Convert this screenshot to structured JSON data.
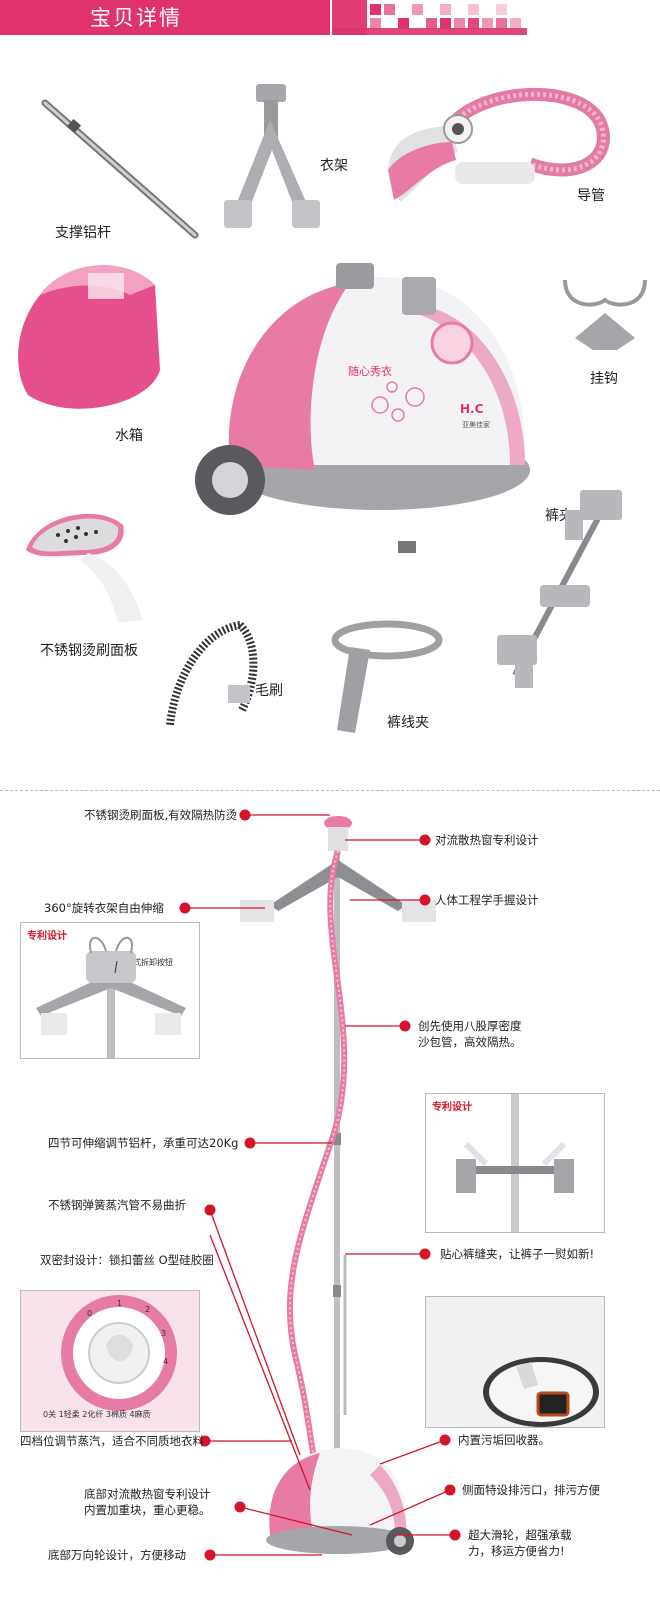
{
  "header": {
    "title": "宝贝详情"
  },
  "parts": {
    "support_rod": "支撑铝杆",
    "hanger": "衣架",
    "hose": "导管",
    "water_tank": "水箱",
    "hook": "挂钩",
    "pants_clip": "裤夹",
    "steel_panel": "不锈钢烫刷面板",
    "brush": "毛刷",
    "crease_clip": "裤线夹"
  },
  "product_print": {
    "brand": "H.C",
    "brand_sub": "亚美佳家",
    "slogan": "随心秀衣"
  },
  "annotations": {
    "left": [
      "不锈钢烫刷面板,有效隔热防烫",
      "360°旋转衣架自由伸缩",
      "四节可伸缩调节铝杆，承重可达20Kg",
      "不锈钢弹簧蒸汽管不易曲折",
      "双密封设计：锁扣蕾丝 O型硅胶圈",
      "四档位调节蒸汽，适合不同质地衣料",
      "底部对流散热窗专利设计",
      "内置加重块，重心更稳。",
      "底部万向轮设计，方便移动"
    ],
    "right": [
      "对流散热窗专利设计",
      "人体工程学手握设计",
      "创先使用八股厚密度",
      "沙包管，高效隔热。",
      "贴心裤缝夹，让裤子一熨如新!",
      "内置污垢回收器。",
      "侧面特设排污口，排污方便",
      "超大滑轮，超强承载",
      "力，移运方便省力!"
    ]
  },
  "insets": {
    "patent_label": "专利设计",
    "patent_label_2": "专利设计",
    "quick_release": "一键式拆卸按钮",
    "dial_text": "0关 1轻柔 2化纤 3棉质 4麻质",
    "dial_numbers": [
      "0",
      "1",
      "2",
      "3",
      "4"
    ]
  },
  "colors": {
    "brand_pink": "#e0336b",
    "annotation_red": "#d4142a",
    "product_pink": "#e87aa6",
    "product_grey": "#a9a9ad"
  }
}
